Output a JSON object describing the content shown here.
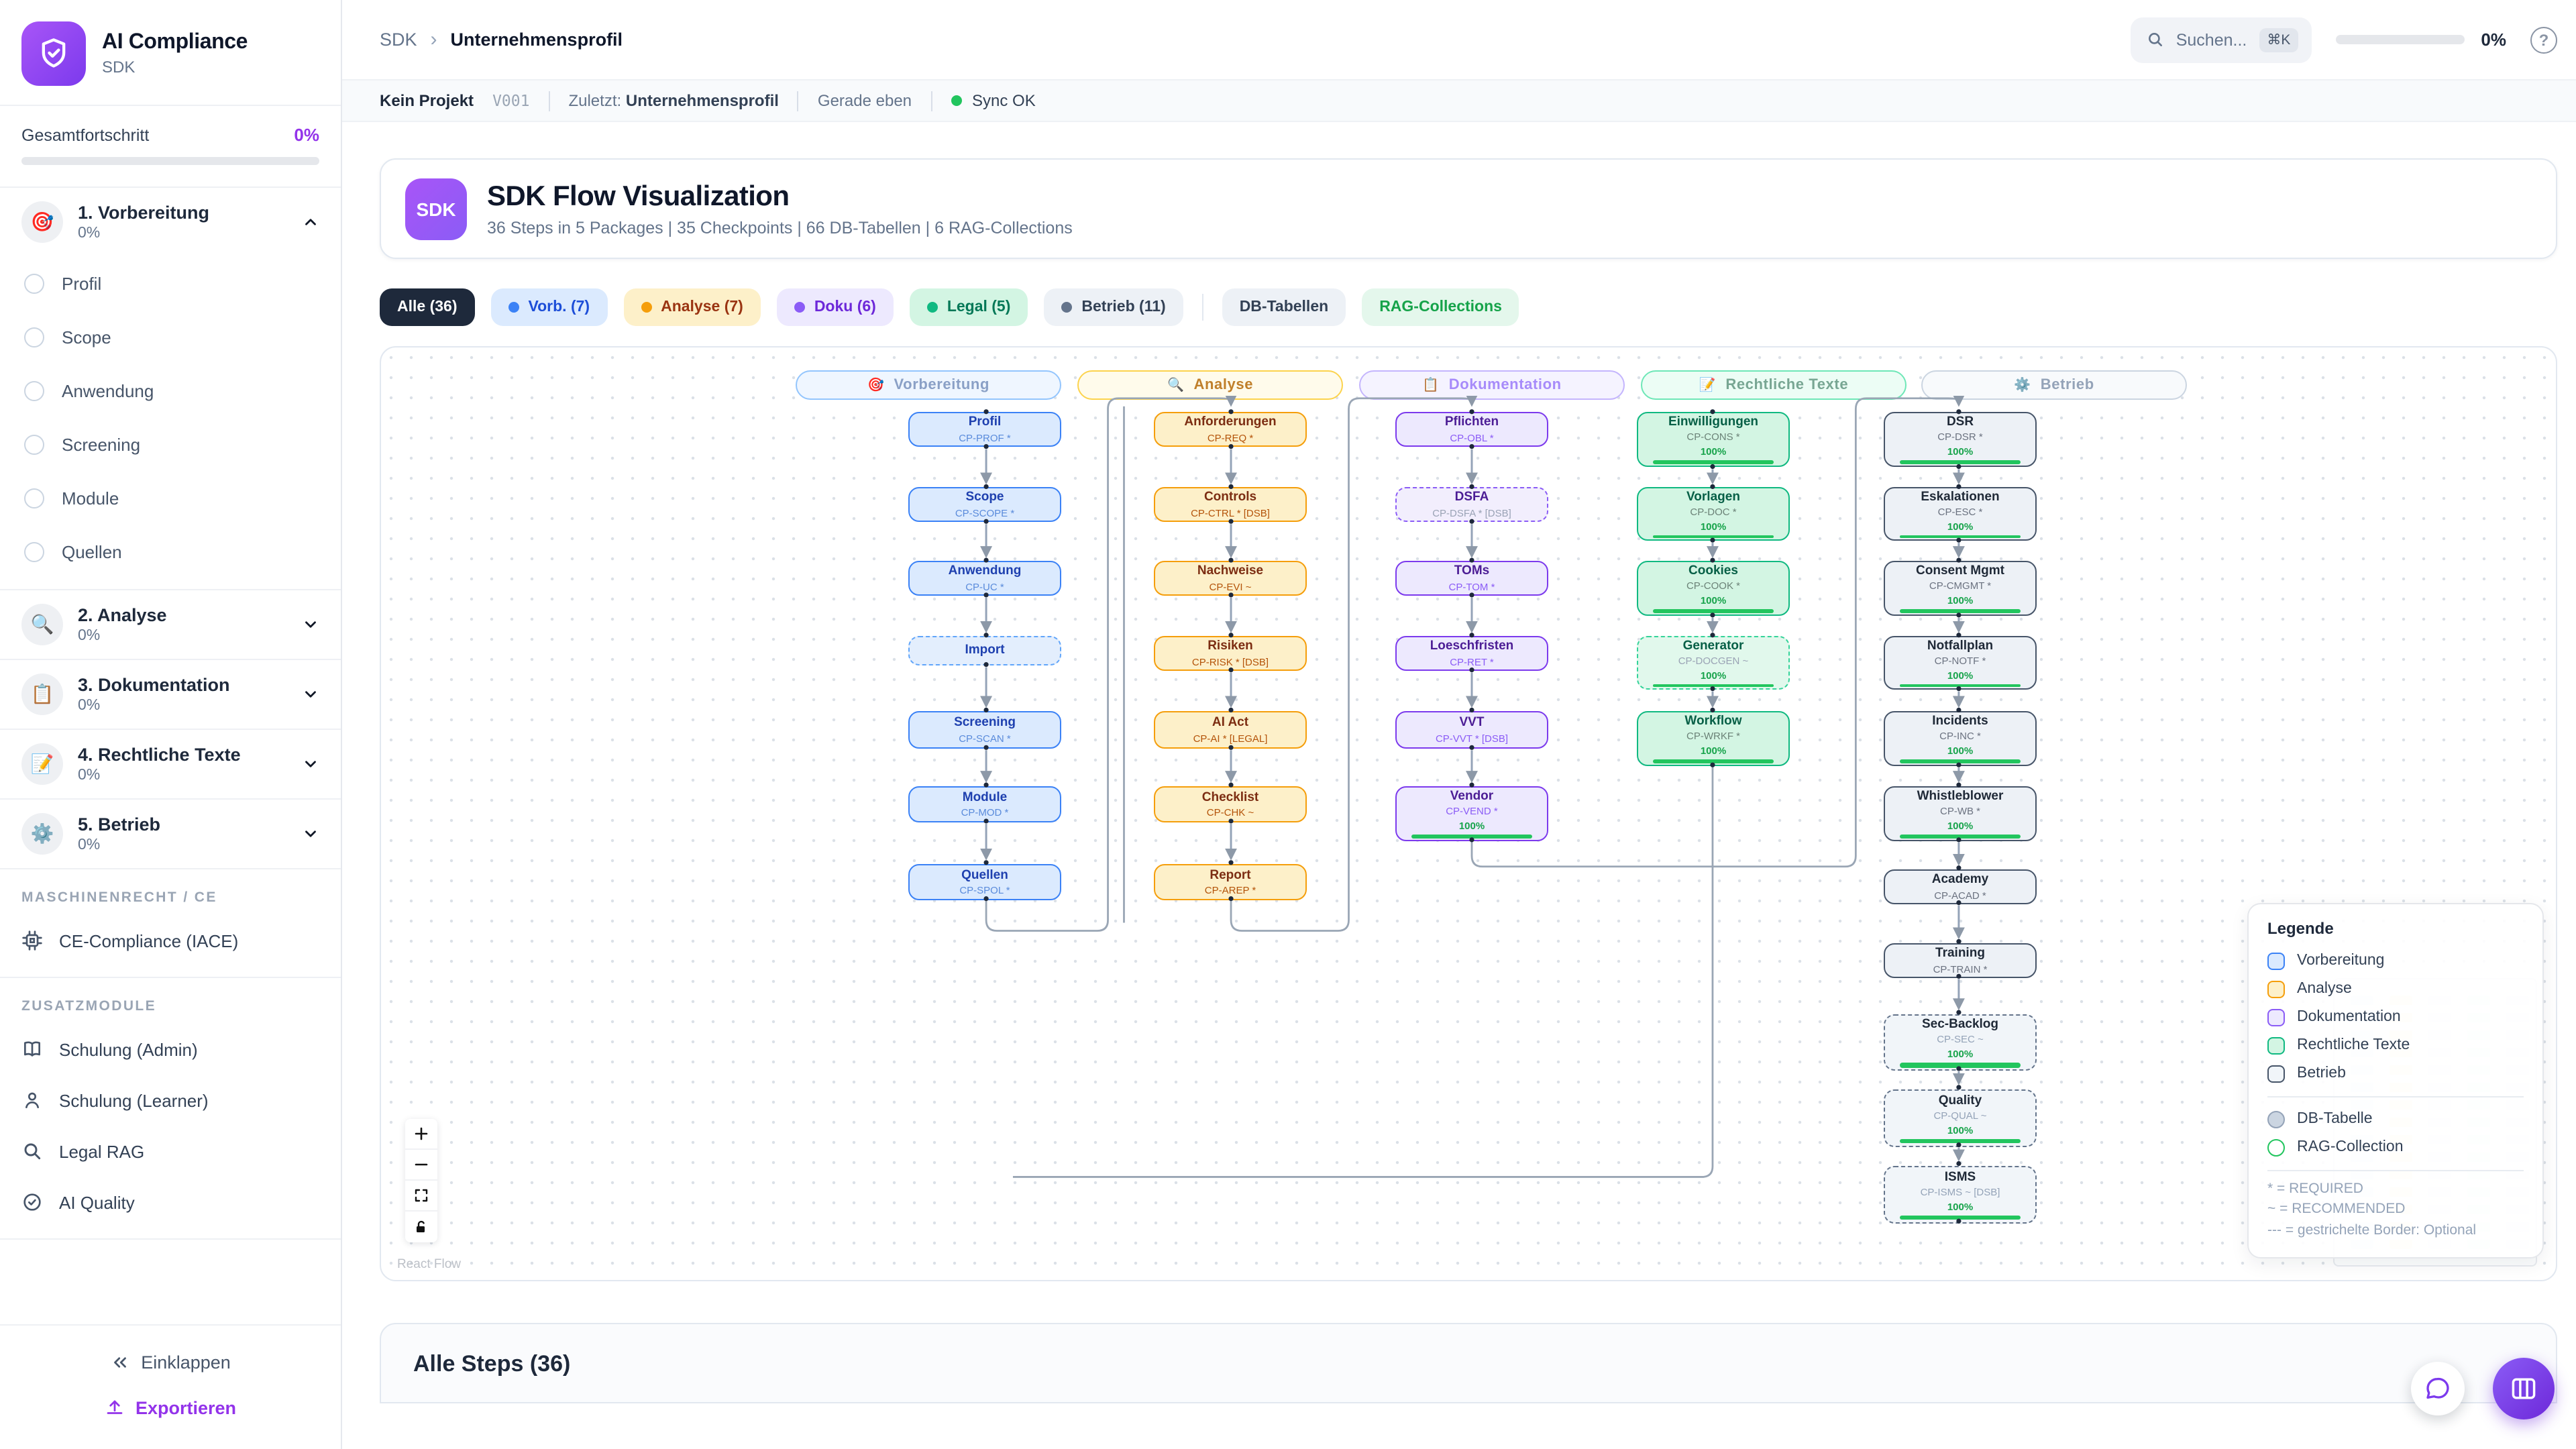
{
  "app": {
    "title": "AI Compliance",
    "subtitle": "SDK"
  },
  "sidebar": {
    "progress_label": "Gesamtfortschritt",
    "progress_value": "0%",
    "packages": [
      {
        "name": "1. Vorbereitung",
        "pct": "0%",
        "emoji": "🎯",
        "expanded": true,
        "items": [
          "Profil",
          "Scope",
          "Anwendung",
          "Screening",
          "Module",
          "Quellen"
        ]
      },
      {
        "name": "2. Analyse",
        "pct": "0%",
        "emoji": "🔍",
        "expanded": false,
        "items": []
      },
      {
        "name": "3. Dokumentation",
        "pct": "0%",
        "emoji": "📋",
        "expanded": false,
        "items": []
      },
      {
        "name": "4. Rechtliche Texte",
        "pct": "0%",
        "emoji": "📝",
        "expanded": false,
        "items": []
      },
      {
        "name": "5. Betrieb",
        "pct": "0%",
        "emoji": "⚙️",
        "expanded": false,
        "items": []
      }
    ],
    "sections": [
      {
        "label": "MASCHINENRECHT / CE",
        "items": [
          {
            "icon": "cpu-icon",
            "label": "CE-Compliance (IACE)"
          }
        ]
      },
      {
        "label": "ZUSATZMODULE",
        "items": [
          {
            "icon": "book-icon",
            "label": "Schulung (Admin)"
          },
          {
            "icon": "user-icon",
            "label": "Schulung (Learner)"
          },
          {
            "icon": "search-icon",
            "label": "Legal RAG"
          },
          {
            "icon": "check-circle-icon",
            "label": "AI Quality"
          }
        ]
      }
    ],
    "footer": {
      "collapse": "Einklappen",
      "export": "Exportieren"
    }
  },
  "topbar": {
    "breadcrumb": {
      "root": "SDK",
      "current": "Unternehmensprofil"
    },
    "search": {
      "label": "Suchen...",
      "shortcut": "⌘K"
    },
    "progress_value": "0%"
  },
  "statusbar": {
    "project": "Kein Projekt",
    "version": "V001",
    "last_label": "Zuletzt:",
    "last_value": "Unternehmensprofil",
    "time": "Gerade eben",
    "sync": "Sync OK"
  },
  "header": {
    "avatar": "SDK",
    "title": "SDK Flow Visualization",
    "subtitle": "36 Steps in 5 Packages | 35 Checkpoints | 66 DB-Tabellen | 6 RAG-Collections"
  },
  "filters": [
    {
      "key": "all",
      "label": "Alle (36)",
      "dot": false
    },
    {
      "key": "vorb",
      "label": "Vorb. (7)",
      "dot": true
    },
    {
      "key": "analyse",
      "label": "Analyse (7)",
      "dot": true
    },
    {
      "key": "doku",
      "label": "Doku (6)",
      "dot": true
    },
    {
      "key": "legal",
      "label": "Legal (5)",
      "dot": true
    },
    {
      "key": "betrieb",
      "label": "Betrieb (11)",
      "dot": true
    },
    {
      "key": "db",
      "label": "DB-Tabellen",
      "dot": false
    },
    {
      "key": "rag",
      "label": "RAG-Collections",
      "dot": false
    }
  ],
  "flow": {
    "columns": [
      {
        "key": "vorb",
        "emoji": "🎯",
        "title": "Vorbereitung",
        "nodes": [
          {
            "title": "Profil",
            "sub": "CP-PROF *"
          },
          {
            "title": "Scope",
            "sub": "CP-SCOPE *"
          },
          {
            "title": "Anwendung",
            "sub": "CP-UC *"
          },
          {
            "title": "Import",
            "sub": "",
            "dashed": true
          },
          {
            "title": "Screening",
            "sub": "CP-SCAN *"
          },
          {
            "title": "Module",
            "sub": "CP-MOD *"
          },
          {
            "title": "Quellen",
            "sub": "CP-SPOL *"
          }
        ]
      },
      {
        "key": "analyse",
        "emoji": "🔍",
        "title": "Analyse",
        "nodes": [
          {
            "title": "Anforderungen",
            "sub": "CP-REQ *"
          },
          {
            "title": "Controls",
            "sub": "CP-CTRL * [DSB]"
          },
          {
            "title": "Nachweise",
            "sub": "CP-EVI ~"
          },
          {
            "title": "Risiken",
            "sub": "CP-RISK * [DSB]"
          },
          {
            "title": "AI Act",
            "sub": "CP-AI * [LEGAL]"
          },
          {
            "title": "Checklist",
            "sub": "CP-CHK ~"
          },
          {
            "title": "Report",
            "sub": "CP-AREP *"
          }
        ]
      },
      {
        "key": "doku",
        "emoji": "📋",
        "title": "Dokumentation",
        "nodes": [
          {
            "title": "Pflichten",
            "sub": "CP-OBL *"
          },
          {
            "title": "DSFA",
            "sub": "CP-DSFA * [DSB]",
            "dashed": true
          },
          {
            "title": "TOMs",
            "sub": "CP-TOM *"
          },
          {
            "title": "Loeschfristen",
            "sub": "CP-RET *"
          },
          {
            "title": "VVT",
            "sub": "CP-VVT * [DSB]"
          },
          {
            "title": "Vendor",
            "sub": "CP-VEND *",
            "progress": "100%"
          }
        ]
      },
      {
        "key": "legal",
        "emoji": "📝",
        "title": "Rechtliche Texte",
        "nodes": [
          {
            "title": "Einwilligungen",
            "sub": "CP-CONS *",
            "progress": "100%"
          },
          {
            "title": "Vorlagen",
            "sub": "CP-DOC *",
            "progress": "100%"
          },
          {
            "title": "Cookies",
            "sub": "CP-COOK *",
            "progress": "100%"
          },
          {
            "title": "Generator",
            "sub": "CP-DOCGEN ~",
            "progress": "100%",
            "dashed": true
          },
          {
            "title": "Workflow",
            "sub": "CP-WRKF *",
            "progress": "100%"
          }
        ]
      },
      {
        "key": "betrieb",
        "emoji": "⚙️",
        "title": "Betrieb",
        "nodes": [
          {
            "title": "DSR",
            "sub": "CP-DSR *",
            "progress": "100%"
          },
          {
            "title": "Eskalationen",
            "sub": "CP-ESC *",
            "progress": "100%"
          },
          {
            "title": "Consent Mgmt",
            "sub": "CP-CMGMT *",
            "progress": "100%"
          },
          {
            "title": "Notfallplan",
            "sub": "CP-NOTF *",
            "progress": "100%"
          },
          {
            "title": "Incidents",
            "sub": "CP-INC *",
            "progress": "100%"
          },
          {
            "title": "Whistleblower",
            "sub": "CP-WB *",
            "progress": "100%"
          },
          {
            "title": "Academy",
            "sub": "CP-ACAD *"
          },
          {
            "title": "Training",
            "sub": "CP-TRAIN *"
          },
          {
            "title": "Sec-Backlog",
            "sub": "CP-SEC ~",
            "progress": "100%",
            "dashed": true
          },
          {
            "title": "Quality",
            "sub": "CP-QUAL ~",
            "progress": "100%",
            "dashed": true
          },
          {
            "title": "ISMS",
            "sub": "CP-ISMS ~ [DSB]",
            "progress": "100%",
            "dashed": true
          }
        ]
      }
    ]
  },
  "legend": {
    "title": "Legende",
    "packages": [
      {
        "key": "vorb",
        "label": "Vorbereitung"
      },
      {
        "key": "analyse",
        "label": "Analyse"
      },
      {
        "key": "doku",
        "label": "Dokumentation"
      },
      {
        "key": "legal",
        "label": "Rechtliche Texte"
      },
      {
        "key": "betrieb",
        "label": "Betrieb"
      }
    ],
    "shapes": [
      {
        "key": "db",
        "label": "DB-Tabelle"
      },
      {
        "key": "rag",
        "label": "RAG-Collection"
      }
    ],
    "notes": [
      "* = REQUIRED",
      "~ = RECOMMENDED",
      "--- = gestrichelte Border: Optional"
    ]
  },
  "canvas": {
    "attribution": "React Flow"
  },
  "bottom": {
    "steps_title": "Alle Steps (36)"
  },
  "palette": {
    "accent_purple": "#9333ea",
    "sync_green": "#22c55e",
    "vorb": {
      "border": "#3b82f6",
      "bg": "#dbeafe"
    },
    "analyse": {
      "border": "#f59e0b",
      "bg": "#fdf0c9"
    },
    "doku": {
      "border": "#7c3aed",
      "bg": "#ede9fe"
    },
    "legal": {
      "border": "#10b981",
      "bg": "#d3f5e3"
    },
    "betrieb": {
      "border": "#475569",
      "bg": "#edf1f6"
    }
  }
}
